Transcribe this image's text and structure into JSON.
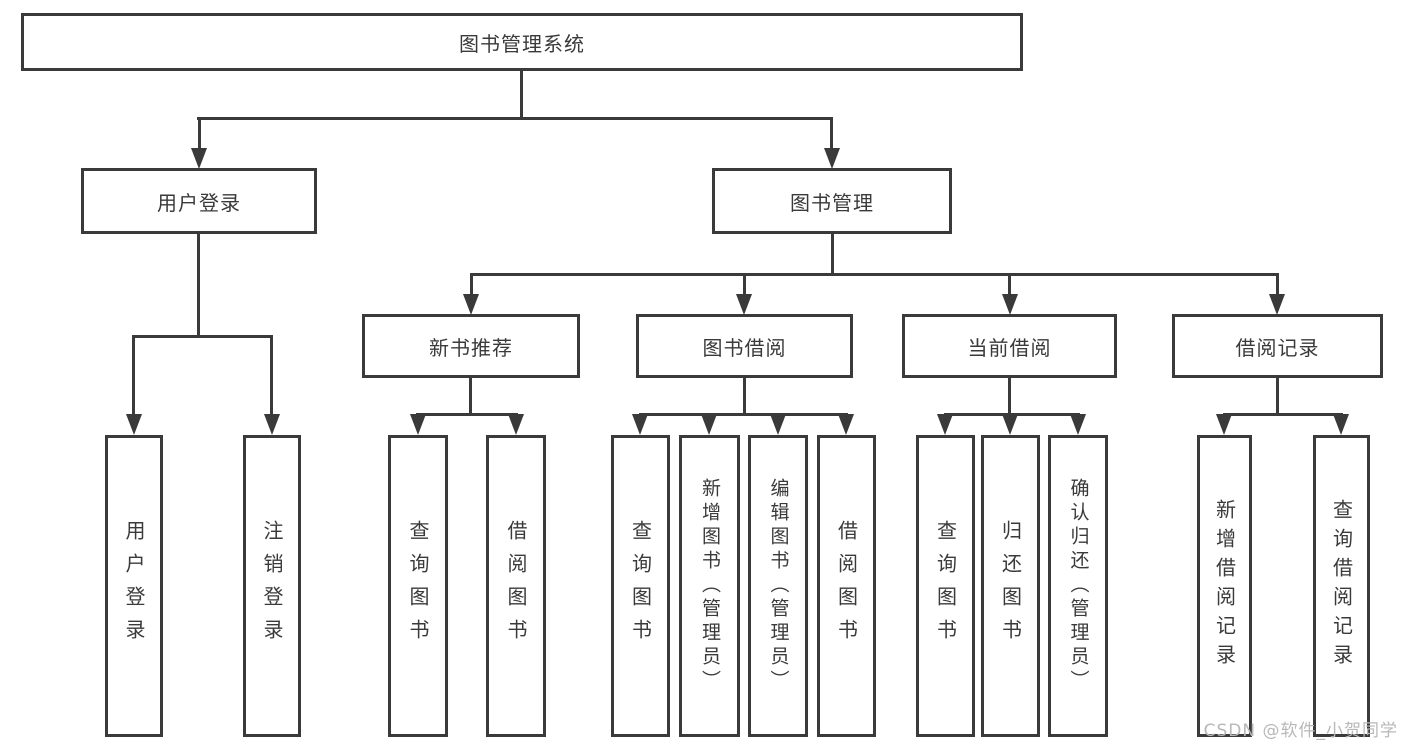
{
  "title": "图书管理系统",
  "watermark": "CSDN @软件_小贺同学",
  "colors": {
    "line": "#3a3a3a",
    "text": "#3a3a3a",
    "background": "#ffffff",
    "watermark": "#b8b8b8"
  },
  "tree": {
    "root": {
      "label": "图书管理系统",
      "children": [
        {
          "label": "用户登录",
          "children": [
            {
              "label": "用户登录"
            },
            {
              "label": "注销登录"
            }
          ]
        },
        {
          "label": "图书管理",
          "children": [
            {
              "label": "新书推荐",
              "children": [
                {
                  "label": "查询图书"
                },
                {
                  "label": "借阅图书"
                }
              ]
            },
            {
              "label": "图书借阅",
              "children": [
                {
                  "label": "查询图书"
                },
                {
                  "label": "新增图书（管理员）"
                },
                {
                  "label": "编辑图书（管理员）"
                },
                {
                  "label": "借阅图书"
                }
              ]
            },
            {
              "label": "当前借阅",
              "children": [
                {
                  "label": "查询图书"
                },
                {
                  "label": "归还图书"
                },
                {
                  "label": "确认归还（管理员）"
                }
              ]
            },
            {
              "label": "借阅记录",
              "children": [
                {
                  "label": "新增借阅记录"
                },
                {
                  "label": "查询借阅记录"
                }
              ]
            }
          ]
        }
      ]
    }
  }
}
